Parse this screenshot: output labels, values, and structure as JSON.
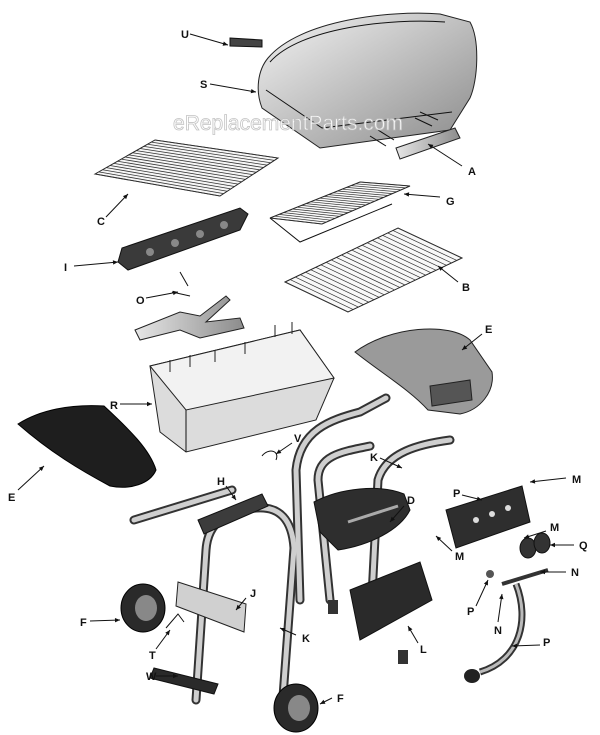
{
  "diagram": {
    "watermark": "eReplacementParts.com",
    "labels": [
      "U",
      "S",
      "A",
      "C",
      "G",
      "I",
      "O",
      "B",
      "E",
      "R",
      "E",
      "V",
      "K",
      "M",
      "H",
      "D",
      "P",
      "M",
      "Q",
      "M",
      "N",
      "J",
      "F",
      "P",
      "N",
      "T",
      "K",
      "L",
      "P",
      "W",
      "F"
    ]
  }
}
